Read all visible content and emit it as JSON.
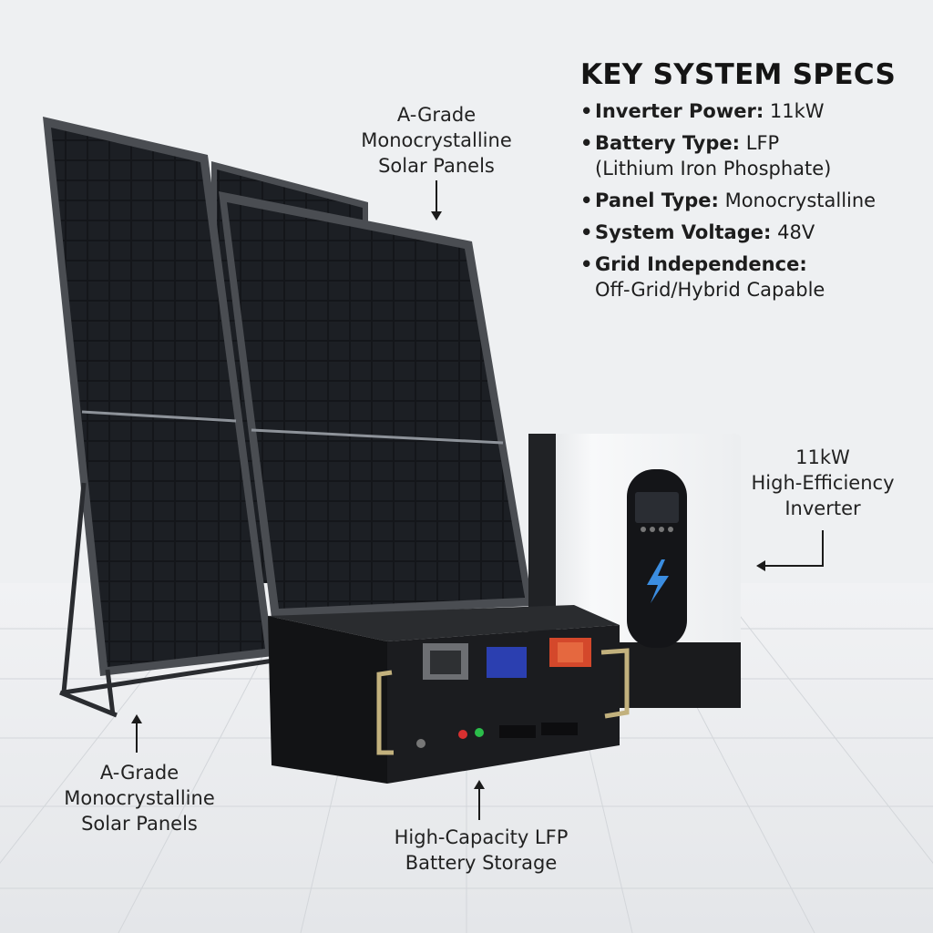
{
  "specs": {
    "title": "KEY SYSTEM SPECS",
    "items": [
      {
        "label": "Inverter Power:",
        "value": "11kW"
      },
      {
        "label": "Battery Type:",
        "value": "LFP",
        "value2": "(Lithium Iron Phosphate)"
      },
      {
        "label": "Panel Type:",
        "value": "Monocrystalline"
      },
      {
        "label": "System Voltage:",
        "value": "48V"
      },
      {
        "label": "Grid Independence:",
        "value2": "Off-Grid/Hybrid Capable"
      }
    ]
  },
  "callouts": {
    "panels_top": [
      "A-Grade",
      "Monocrystalline",
      "Solar Panels"
    ],
    "panels_bottom": [
      "A-Grade",
      "Monocrystalline",
      "Solar Panels"
    ],
    "inverter": [
      "11kW",
      "High-Efficiency",
      "Inverter"
    ],
    "battery": [
      "High-Capacity LFP",
      "Battery Storage"
    ]
  },
  "colors": {
    "panel_frame": "#4a4d52",
    "panel_cell": "#14161a",
    "inverter_body": "#f5f6f7",
    "bolt": "#3b8de0",
    "battery_body": "#17181a",
    "terminal_red": "#d4482b",
    "screen_blue": "#2b3fb0"
  }
}
